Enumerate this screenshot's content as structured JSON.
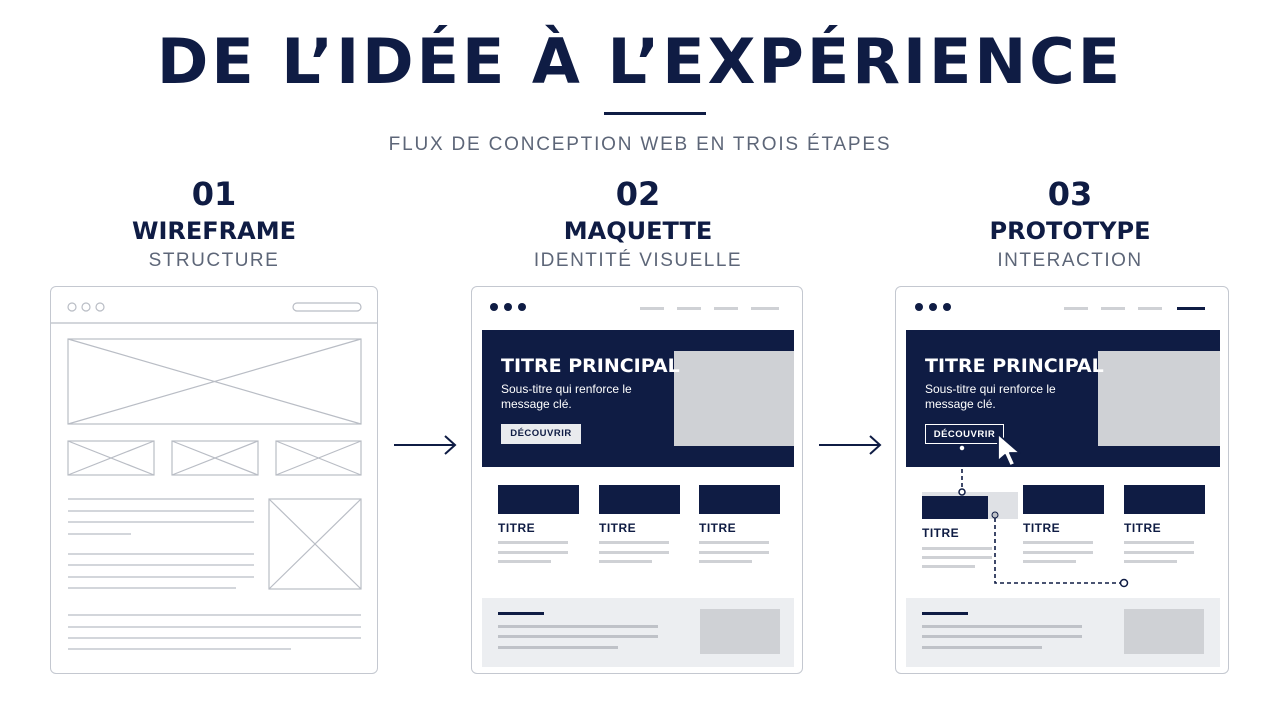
{
  "header": {
    "title": "DE L’IDÉE À L’EXPÉRIENCE",
    "subtitle": "FLUX DE CONCEPTION WEB EN TROIS ÉTAPES"
  },
  "steps": [
    {
      "number": "01",
      "name": "WIREFRAME",
      "subtitle": "STRUCTURE"
    },
    {
      "number": "02",
      "name": "MAQUETTE",
      "subtitle": "IDENTITÉ VISUELLE"
    },
    {
      "number": "03",
      "name": "PROTOTYPE",
      "subtitle": "INTERACTION"
    }
  ],
  "mockup": {
    "hero_title": "TITRE PRINCIPAL",
    "hero_subtitle": "Sous-titre qui renforce le message clé.",
    "cta_label": "DÉCOUVRIR",
    "card_titles": [
      "TITRE",
      "TITRE",
      "TITRE"
    ]
  },
  "colors": {
    "navy": "#0f1c44",
    "muted_text": "#5d6678",
    "placeholder_gray": "#cfd1d5",
    "light_panel": "#eceef1",
    "wire_line": "#b9bdc5"
  }
}
